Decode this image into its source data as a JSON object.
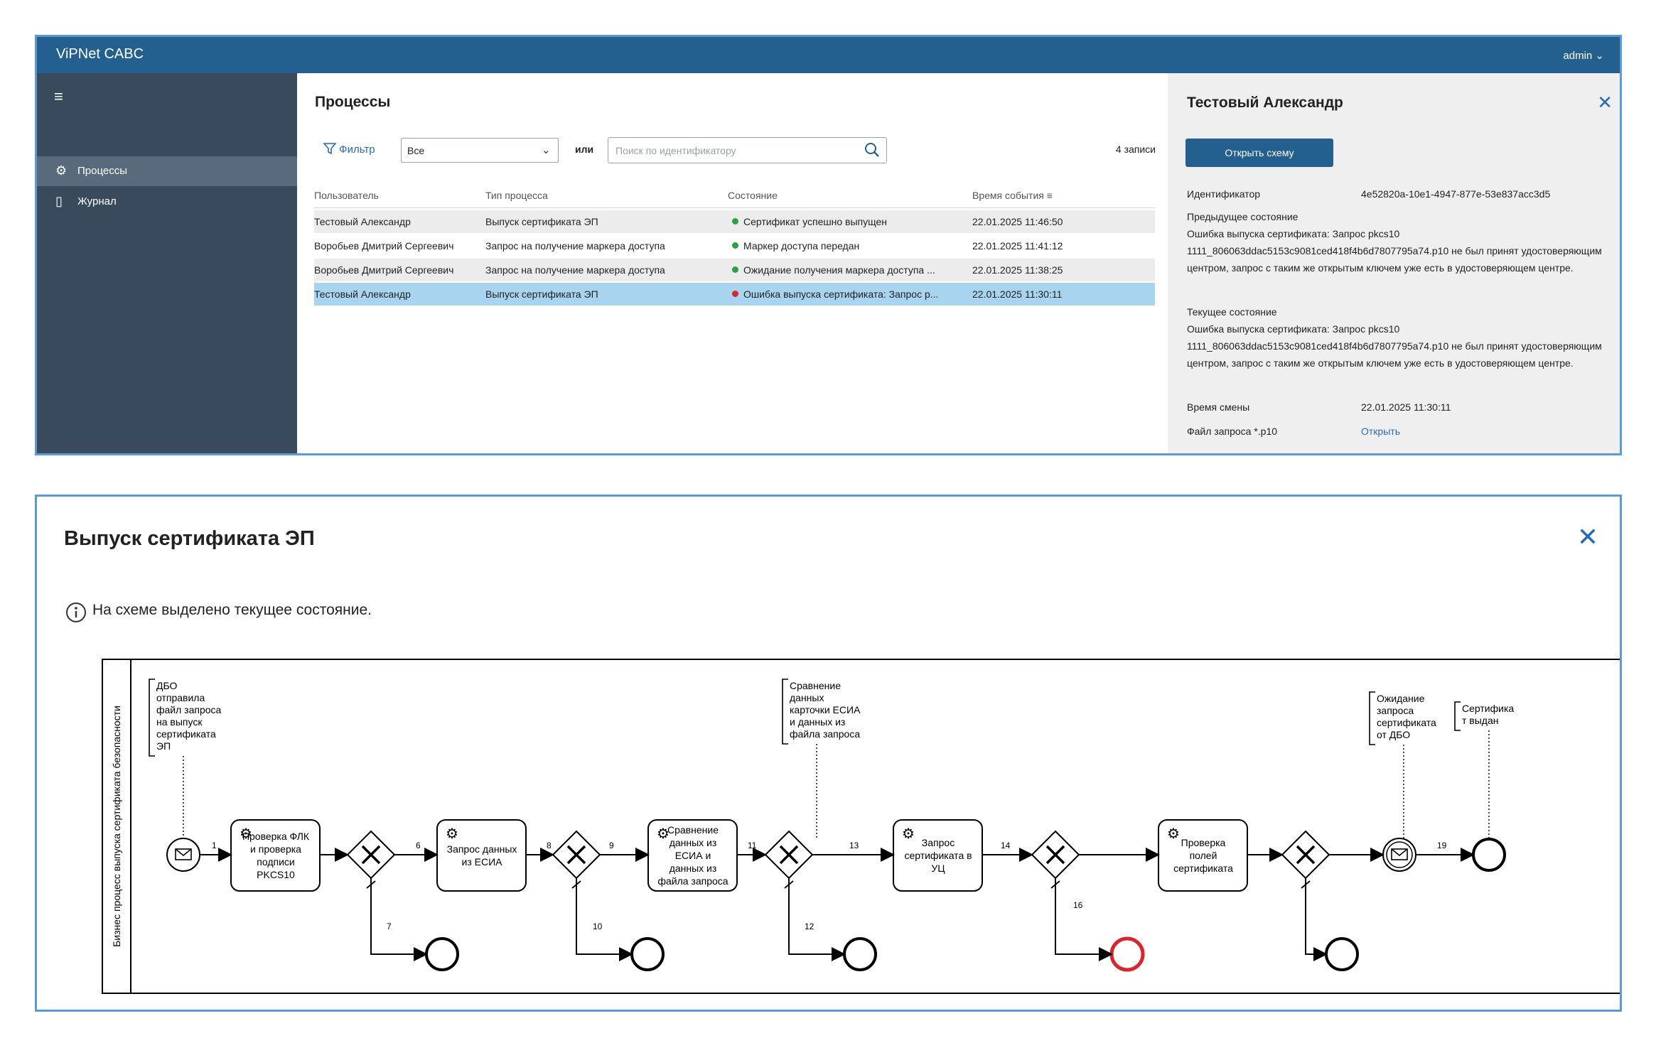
{
  "app": {
    "title": "ViPNet CABC",
    "user": "admin"
  },
  "sidebar": {
    "items": [
      {
        "label": "Процессы",
        "icon": "gears-icon"
      },
      {
        "label": "Журнал",
        "icon": "journal-icon"
      }
    ]
  },
  "processes": {
    "title": "Процессы",
    "filter_label": "Фильтр",
    "filter_value": "Все",
    "or_label": "или",
    "search_placeholder": "Поиск по идентификатору",
    "records": "4 записи",
    "columns": [
      "Пользователь",
      "Тип процесса",
      "Состояние",
      "Время события"
    ],
    "rows": [
      {
        "user": "Тестовый Александр",
        "type": "Выпуск сертификата ЭП",
        "state": "Сертификат успешно выпущен",
        "state_color": "#2e9e44",
        "time": "22.01.2025 11:46:50"
      },
      {
        "user": "Воробьев Дмитрий Сергеевич",
        "type": "Запрос на получение маркера доступа",
        "state": "Маркер доступа передан",
        "state_color": "#2e9e44",
        "time": "22.01.2025 11:41:12"
      },
      {
        "user": "Воробьев Дмитрий Сергеевич",
        "type": "Запрос на получение маркера доступа",
        "state": "Ожидание получения маркера доступа ...",
        "state_color": "#2e9e44",
        "time": "22.01.2025 11:38:25"
      },
      {
        "user": "Тестовый Александр",
        "type": "Выпуск сертификата ЭП",
        "state": "Ошибка выпуска сертификата: Запрос р...",
        "state_color": "#d9262c",
        "time": "22.01.2025 11:30:11"
      }
    ],
    "selected_row": 3
  },
  "details": {
    "title": "Тестовый Александр",
    "open_scheme": "Открыть схему",
    "id_label": "Идентификатор",
    "id_value": "4e52820a-10e1-4947-877e-53e837acc3d5",
    "prev_state_label": "Предыдущее состояние",
    "prev_state_value": "Ошибка выпуска сертификата: Запрос pkcs10 1111_806063ddac5153c9081ced418f4b6d7807795a74.p10 не был принят удостоверяющим центром, запрос с таким же открытым ключем уже есть в удостоверяющем центре.",
    "cur_state_label": "Текущее состояние",
    "cur_state_value": "Ошибка выпуска сертификата: Запрос pkcs10 1111_806063ddac5153c9081ced418f4b6d7807795a74.p10 не был принят удостоверяющим центром, запрос с таким же открытым ключем уже есть в удостоверяющем центре.",
    "time_label": "Время смены",
    "time_value": "22.01.2025 11:30:11",
    "file_label": "Файл запроса *.p10",
    "file_link": "Открыть"
  },
  "scheme": {
    "title": "Выпуск сертификата ЭП",
    "info": "На схеме выделено текущее состояние.",
    "pool_label": "Бизнес процесс выпуска сертификата безопасности",
    "annotations": [
      [
        "ДБО",
        "отправила",
        "файл запроса",
        "на выпуск",
        "сертификата",
        "ЭП"
      ],
      [
        "Сравнение",
        "данных",
        "карточки ЕСИА",
        "и данных из",
        "файла запроса"
      ],
      [
        "Ожидание",
        "запроса",
        "сертификата",
        "от ДБО"
      ],
      [
        "Сертифика",
        "т выдан"
      ]
    ],
    "tasks": [
      [
        "Проверка ФЛК",
        "и проверка",
        "подписи",
        "PKCS10"
      ],
      [
        "Запрос данных",
        "из ЕСИА"
      ],
      [
        "Сравнение",
        "данных из",
        "ЕСИА и",
        "данных из",
        "файла запроса"
      ],
      [
        "Запрос",
        "сертификата в",
        "УЦ"
      ],
      [
        "Проверка",
        "полей",
        "сертификата"
      ]
    ],
    "flow_labels": [
      "1",
      "6",
      "7",
      "8",
      "9",
      "10",
      "11",
      "12",
      "13",
      "14",
      "16",
      "19"
    ],
    "error_color": "#d9262c"
  }
}
